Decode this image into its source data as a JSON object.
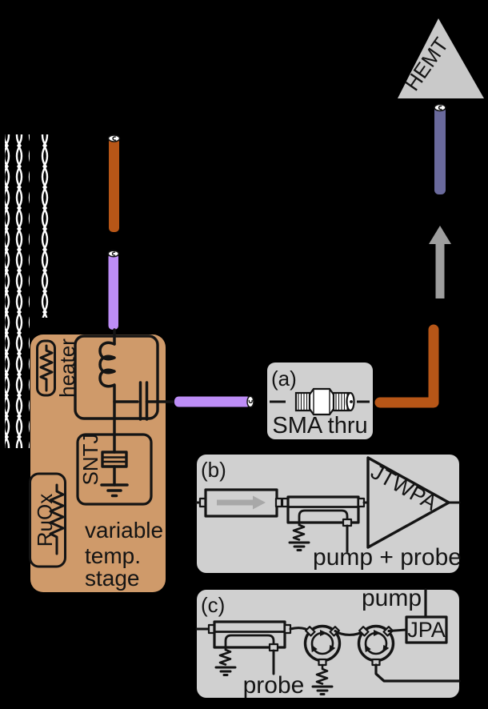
{
  "colors": {
    "background": "#000000",
    "coax_orange": "#b75617",
    "coax_purple": "#bd8df6",
    "coax_slate": "#6a6a9c",
    "stage_fill": "#cf9a6a",
    "panel_fill": "#d0d0d0",
    "hemt_fill": "#c9c9c9",
    "arrow_gray": "#9e9e9e",
    "isolator_arrow_gray": "#a8a8a8",
    "ink": "#141414",
    "wire_white": "#ffffff"
  },
  "stage": {
    "heater_label": "heater",
    "thermometer_label": "RuOx",
    "device_label": "SNTJ",
    "name_line1": "variable",
    "name_line2": "temp.",
    "name_line3": "stage"
  },
  "panel_a": {
    "tag": "(a)",
    "caption": "SMA thru"
  },
  "panel_b": {
    "tag": "(b)",
    "amplifier_label": "JTWPA",
    "port_label": "pump + probe"
  },
  "panel_c": {
    "tag": "(c)",
    "amplifier_label": "JPA",
    "pump_label": "pump",
    "probe_label": "probe"
  },
  "output_amplifier_label": "HEMT"
}
